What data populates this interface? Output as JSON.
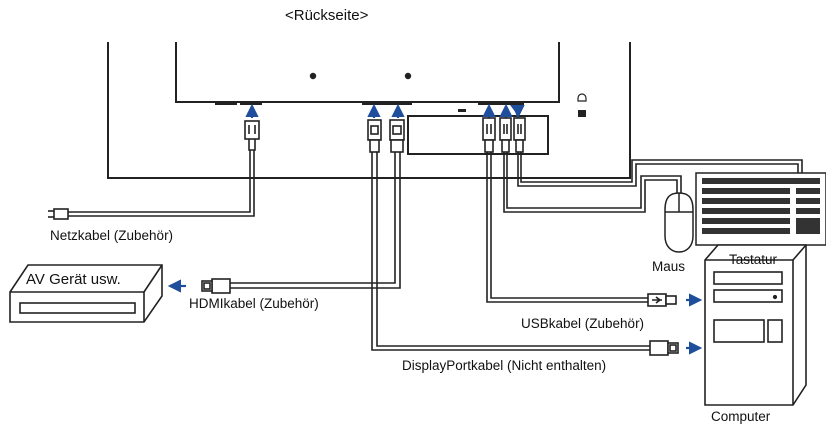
{
  "title": "<Rückseite>",
  "cables": {
    "power": "Netzkabel (Zubehör)",
    "hdmi": "HDMIkabel (Zubehör)",
    "usb": "USBkabel (Zubehör)",
    "displayport": "DisplayPortkabel (Nicht enthalten)"
  },
  "devices": {
    "av_device": "AV Gerät usw.",
    "mouse": "Maus",
    "keyboard": "Tastatur",
    "computer": "Computer"
  },
  "colors": {
    "arrow": "#1f4e9c",
    "line": "#222222"
  }
}
